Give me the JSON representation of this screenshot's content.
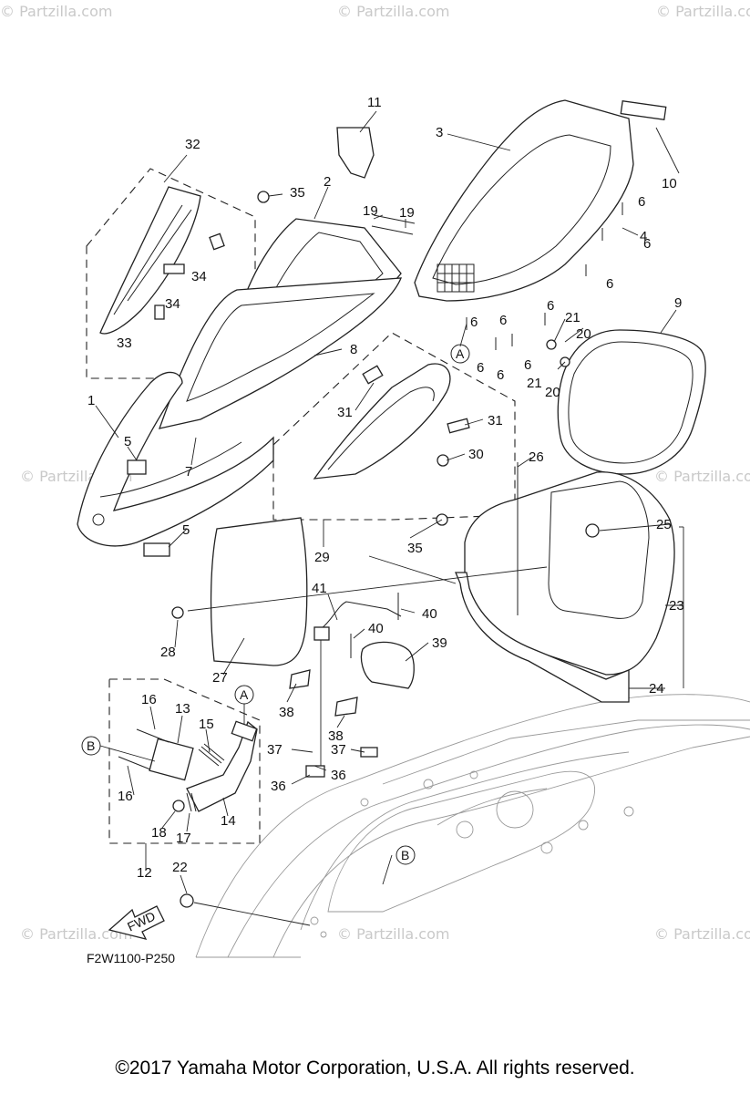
{
  "watermark": "© Partzilla.com",
  "diagram_code": "F2W1100-P250",
  "fwd_label": "FWD",
  "copyright": "©2017  Yamaha Motor Corporation, U.S.A. All rights reserved.",
  "callout_refs": [
    "A",
    "B"
  ],
  "part_numbers": [
    "1",
    "2",
    "3",
    "4",
    "5",
    "6",
    "7",
    "8",
    "9",
    "10",
    "11",
    "12",
    "13",
    "14",
    "15",
    "16",
    "17",
    "18",
    "19",
    "20",
    "21",
    "22",
    "23",
    "24",
    "25",
    "26",
    "27",
    "28",
    "29",
    "30",
    "31",
    "32",
    "33",
    "34",
    "35",
    "36",
    "37",
    "38",
    "39",
    "40",
    "41"
  ]
}
